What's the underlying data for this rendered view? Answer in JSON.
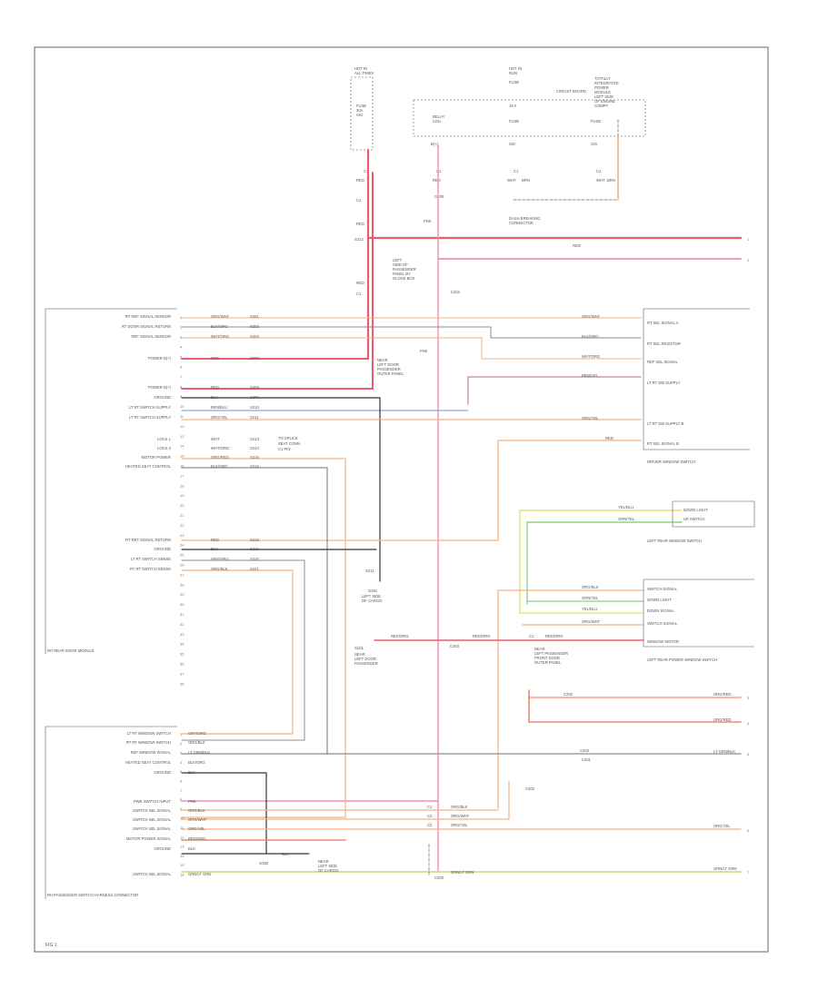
{
  "colors": {
    "border": "#666666",
    "red": "#ef5a6e",
    "pink": "#f28fb4",
    "orange": "#f5b27e",
    "gray": "#8e8e8e",
    "black": "#333333",
    "purple": "#a86b9e",
    "blue": "#7a8fe0",
    "yellow": "#e8e070",
    "green": "#8fd08f",
    "lime": "#c8e08a",
    "salmon": "#ef8a74"
  },
  "footer": {
    "page_code": "FIG 1"
  },
  "left_module": {
    "name": "RH REAR DOOR MODULE",
    "pins": [
      "1",
      "2",
      "3",
      "4",
      "5",
      "6",
      "7",
      "8",
      "9",
      "10",
      "11",
      "12",
      "13",
      "14",
      "15",
      "16",
      "17",
      "18",
      "19",
      "20",
      "21",
      "22",
      "23",
      "24",
      "25",
      "26",
      "27",
      "28",
      "29",
      "30",
      "31",
      "32",
      "33",
      "34",
      "35",
      "36",
      "37",
      "38"
    ]
  },
  "bottom_module": {
    "name": "RH PASSENGER SWITCH HARNESS CONNECTOR"
  }
}
